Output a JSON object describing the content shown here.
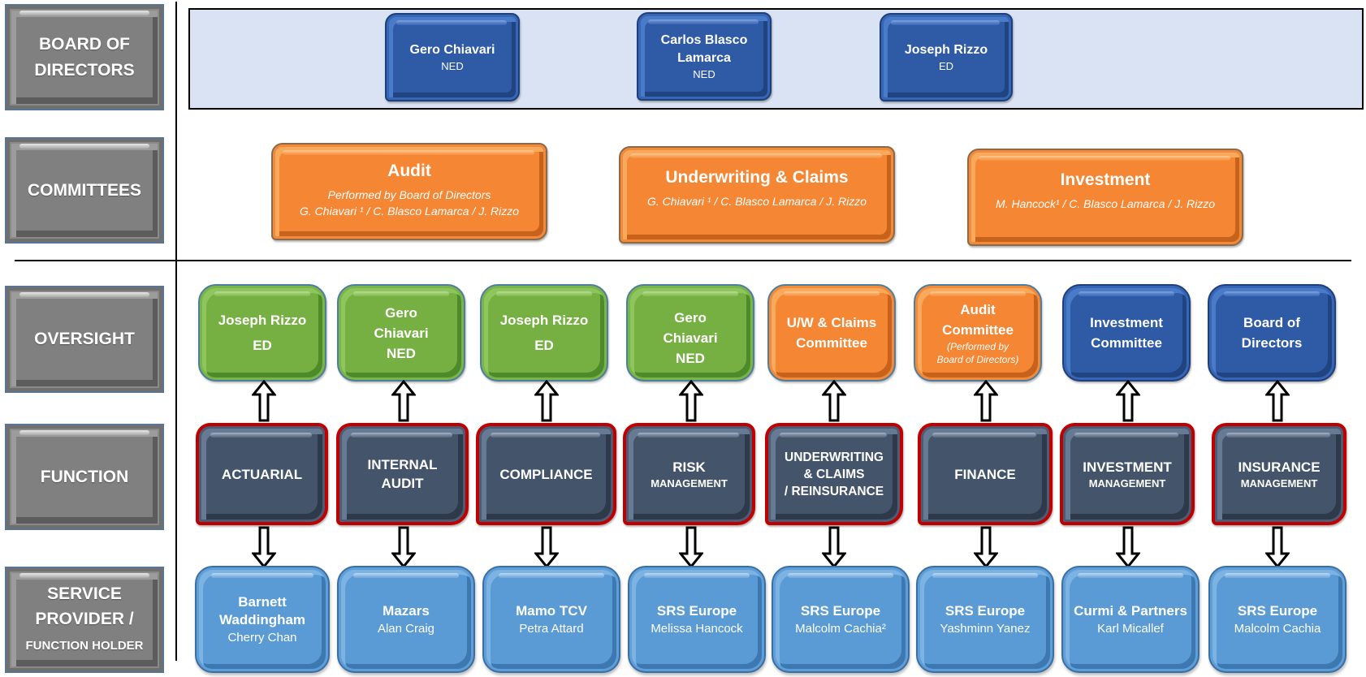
{
  "row_labels": {
    "board": [
      "BOARD OF",
      "DIRECTORS"
    ],
    "committees": "COMMITTEES",
    "oversight": "OVERSIGHT",
    "function": "FUNCTION",
    "service_provider": [
      "SERVICE",
      "PROVIDER /",
      "FUNCTION HOLDER"
    ]
  },
  "board": [
    {
      "name": "Gero Chiavari",
      "role": "NED"
    },
    {
      "name_lines": [
        "Carlos Blasco",
        "Lamarca"
      ],
      "role": "NED"
    },
    {
      "name": "Joseph Rizzo",
      "role": "ED"
    }
  ],
  "committees": [
    {
      "title": "Audit",
      "lines": [
        "Performed by Board of Directors",
        "G. Chiavari ¹ / C. Blasco Lamarca / J. Rizzo"
      ]
    },
    {
      "title": "Underwriting & Claims",
      "lines": [
        "G. Chiavari ¹ / C. Blasco Lamarca /  J. Rizzo"
      ]
    },
    {
      "title": "Investment",
      "lines": [
        "M. Hancock¹ / C. Blasco Lamarca /  J. Rizzo"
      ]
    }
  ],
  "oversight": [
    {
      "lines": [
        "Joseph Rizzo",
        "ED"
      ],
      "color": "green"
    },
    {
      "lines": [
        "Gero",
        "Chiavari",
        "NED"
      ],
      "color": "green"
    },
    {
      "lines": [
        "Joseph Rizzo",
        "ED"
      ],
      "color": "green"
    },
    {
      "lines": [
        "Gero",
        "Chiavari",
        "NED"
      ],
      "color": "green"
    },
    {
      "lines": [
        "U/W & Claims",
        "Committee"
      ],
      "color": "orange"
    },
    {
      "lines": [
        "Audit",
        "Committee"
      ],
      "sub": [
        "(Performed by",
        "Board of Directors)"
      ],
      "color": "orange"
    },
    {
      "lines": [
        "Investment",
        "Committee"
      ],
      "color": "blue"
    },
    {
      "lines": [
        "Board of",
        "Directors"
      ],
      "color": "blue"
    }
  ],
  "functions": [
    {
      "main": [
        "ACTUARIAL"
      ]
    },
    {
      "main": [
        "INTERNAL",
        "AUDIT"
      ]
    },
    {
      "main": [
        "COMPLIANCE"
      ]
    },
    {
      "main": [
        "RISK"
      ],
      "sub": "MANAGEMENT"
    },
    {
      "main": [
        "UNDERWRITING",
        "& CLAIMS",
        "/ REINSURANCE"
      ]
    },
    {
      "main": [
        "FINANCE"
      ]
    },
    {
      "main": [
        "INVESTMENT"
      ],
      "sub": "MANAGEMENT"
    },
    {
      "main": [
        "INSURANCE"
      ],
      "sub": "MANAGEMENT"
    }
  ],
  "providers": [
    {
      "org_lines": [
        "Barnett",
        "Waddingham"
      ],
      "person": "Cherry Chan"
    },
    {
      "org": "Mazars",
      "person": "Alan Craig"
    },
    {
      "org": "Mamo TCV",
      "person": "Petra Attard"
    },
    {
      "org": "SRS Europe",
      "person": "Melissa Hancock"
    },
    {
      "org": "SRS Europe",
      "person": "Malcolm Cachia²"
    },
    {
      "org": "SRS Europe",
      "person": "Yashminn Yanez"
    },
    {
      "org": "Curmi & Partners",
      "person": "Karl Micallef"
    },
    {
      "org": "SRS Europe",
      "person": "Malcolm Cachia"
    }
  ],
  "colors": {
    "row_label_gray": "#808080",
    "board_band": "#dae3f3",
    "board_blue": "#2e5aa6",
    "committee_orange": "#f58634",
    "oversight_green": "#76b043",
    "function_slate": "#44546a",
    "function_border_red": "#c00000",
    "provider_blue": "#5b9bd5"
  }
}
